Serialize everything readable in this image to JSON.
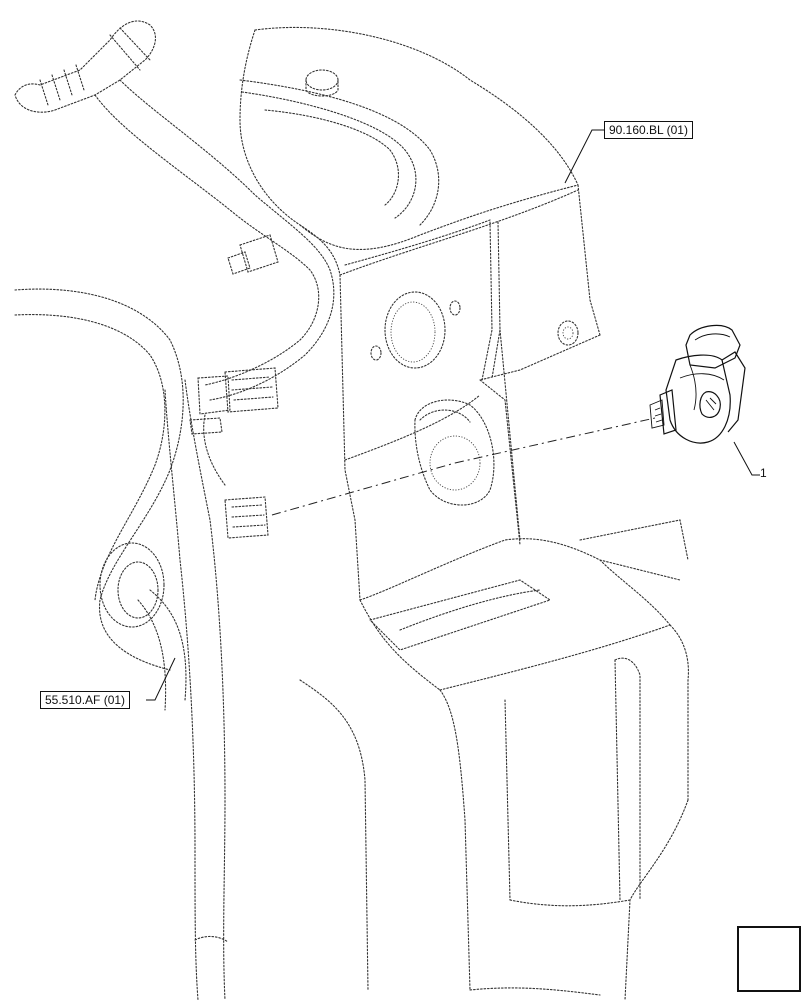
{
  "diagram": {
    "references": {
      "upper_right": "90.160.BL (01)",
      "lower_left": "55.510.AF (01)"
    },
    "item_callout": "1",
    "icons": {
      "navigation": "arrow-left-icon",
      "part": "power-socket-icon"
    }
  }
}
